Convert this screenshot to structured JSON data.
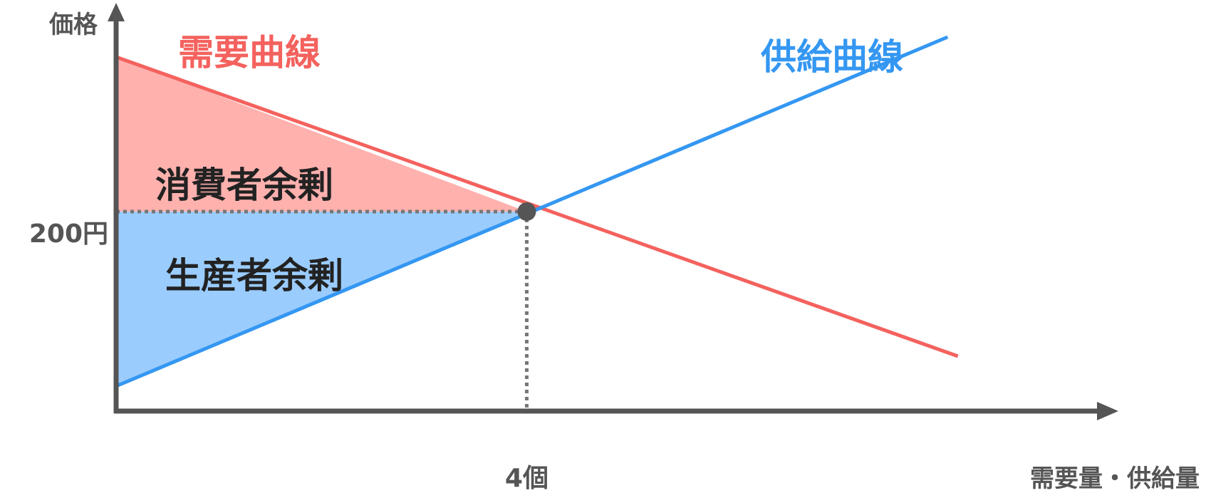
{
  "chart_data": {
    "type": "line",
    "y_axis_label": "価格",
    "x_axis_label": "需要量・供給量",
    "equilibrium": {
      "price": 200,
      "quantity": 4,
      "price_label": "200円",
      "quantity_label": "4個"
    },
    "series": [
      {
        "name": "需要曲線",
        "color": "#F4625E",
        "x": [
          0,
          8.2
        ],
        "y": [
          355,
          55
        ]
      },
      {
        "name": "供給曲線",
        "color": "#3497F2",
        "x": [
          0,
          8.1
        ],
        "y": [
          25,
          375
        ]
      }
    ],
    "regions": [
      {
        "label": "消費者余剰",
        "color": "#FFB1AE"
      },
      {
        "label": "生産者余剰",
        "color": "#9ACCFD"
      }
    ],
    "xlim": [
      0,
      9
    ],
    "ylim": [
      0,
      400
    ],
    "grid": false,
    "colors": {
      "axis": "#555555",
      "text": "#222222",
      "dot": "#555555"
    }
  }
}
